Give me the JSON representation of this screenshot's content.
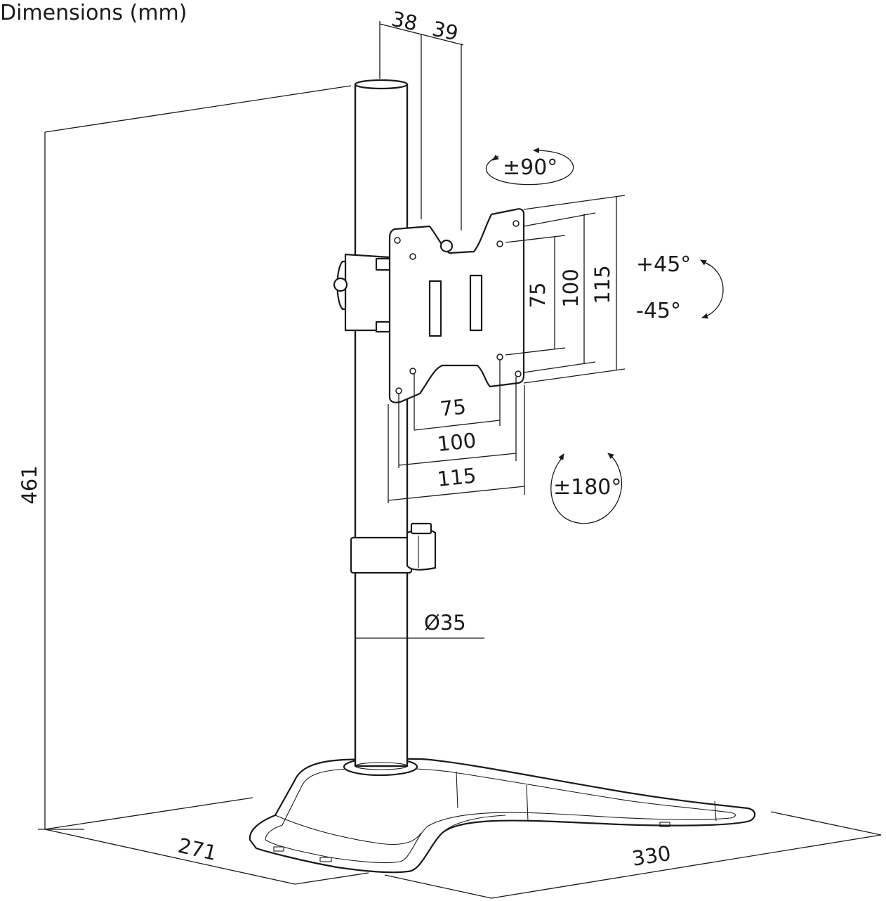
{
  "title": "Dimensions (mm)",
  "dimensions": {
    "height": "461",
    "pole_offset_left": "38",
    "pole_offset_right": "39",
    "pole_diameter": "Ø35",
    "base_depth": "271",
    "base_width": "330"
  },
  "vesa": {
    "horizontal": [
      "75",
      "100",
      "115"
    ],
    "vertical": [
      "75",
      "100",
      "115"
    ]
  },
  "rotation": {
    "rotate": "±90°",
    "tilt_up": "+45°",
    "tilt_down": "-45°",
    "swivel": "±180°"
  }
}
